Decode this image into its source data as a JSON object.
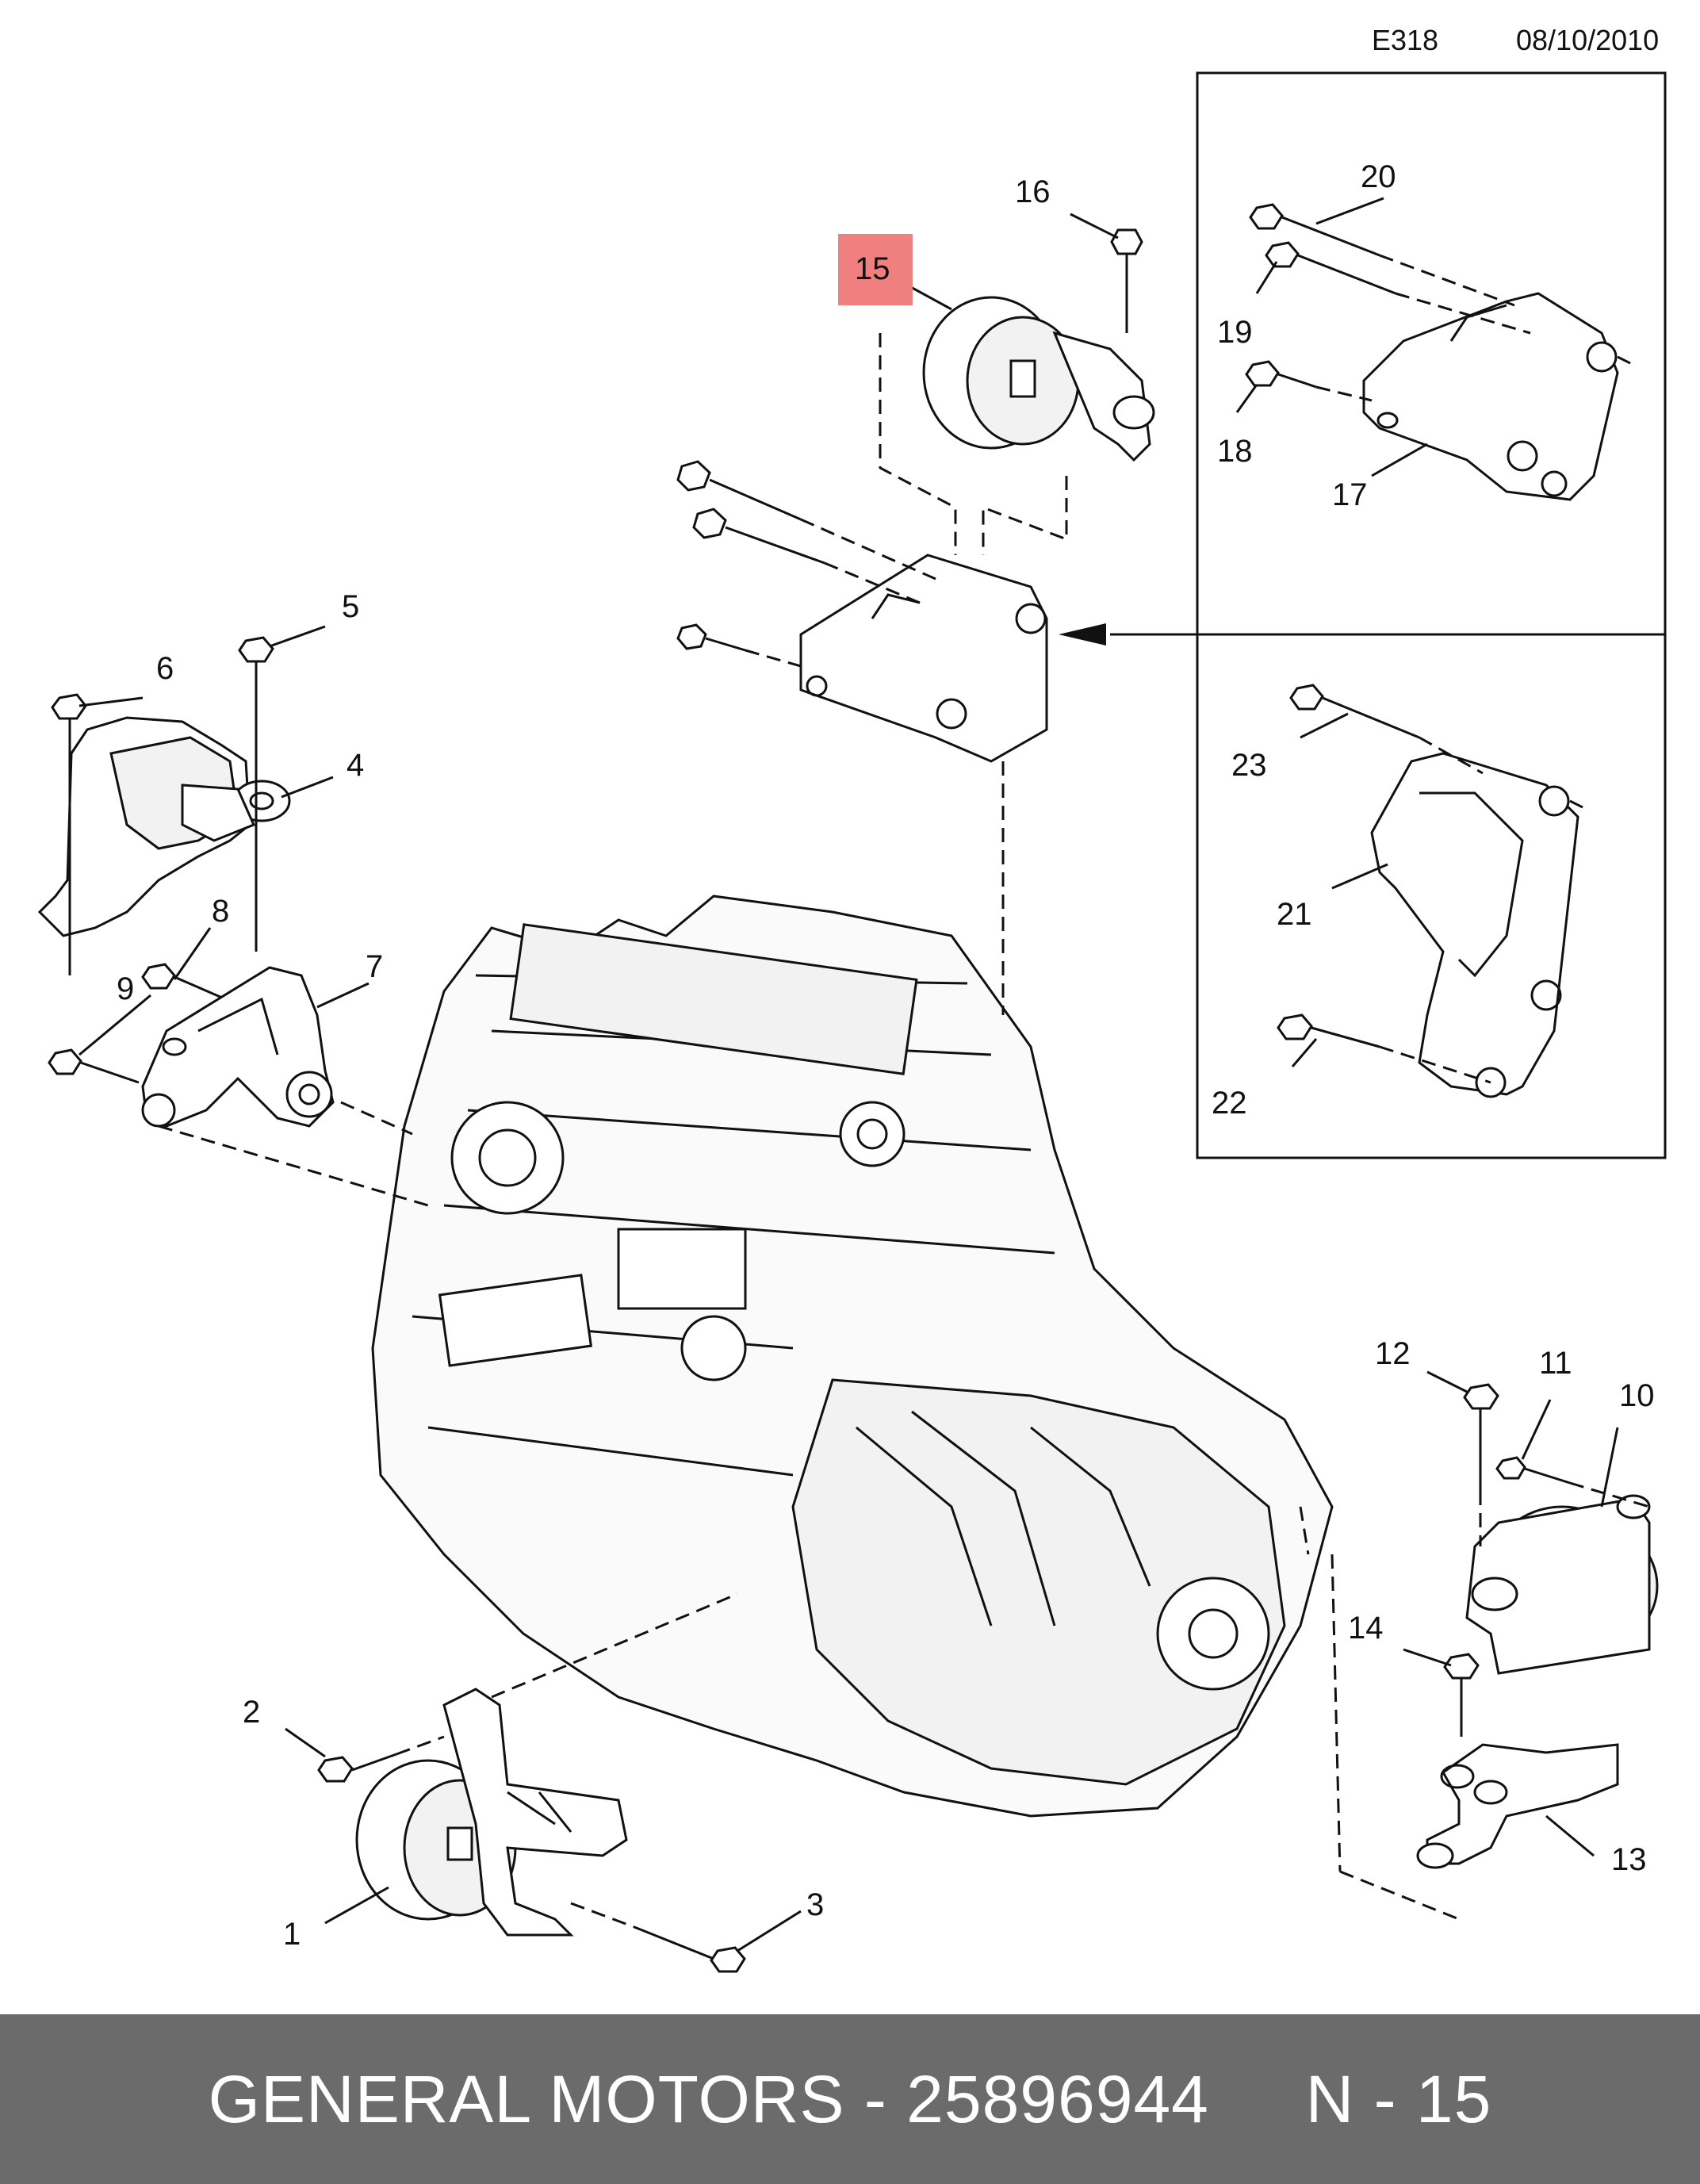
{
  "header": {
    "code": "E318",
    "date": "08/10/2010"
  },
  "callouts": [
    "1",
    "2",
    "3",
    "4",
    "5",
    "6",
    "7",
    "8",
    "9",
    "10",
    "11",
    "12",
    "13",
    "14",
    "15",
    "16",
    "17",
    "18",
    "19",
    "20",
    "21",
    "22",
    "23"
  ],
  "highlighted_callout": "15",
  "highlight_color": "#f08080",
  "footer": {
    "brand": "GENERAL MOTORS",
    "separator": " - ",
    "part_number": "25896944",
    "ref": "N - 15"
  }
}
